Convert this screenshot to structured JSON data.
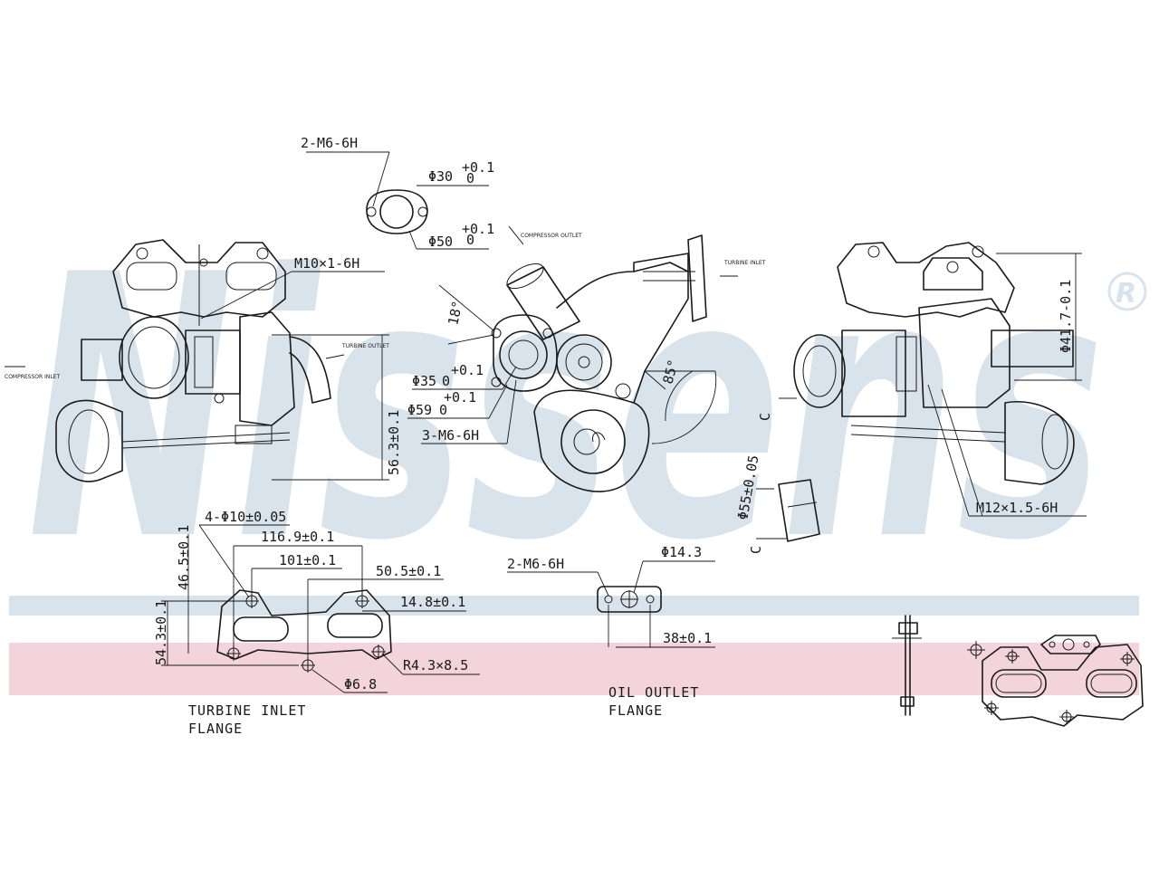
{
  "watermark": {
    "brand": "Nissens",
    "registered": "®",
    "brand_color": "#d9e3ec",
    "band_blue": "#d9e3ec",
    "band_red": "#f3d3dc"
  },
  "labels": {
    "top_flange_thread": "2-M6-6H",
    "top_flange_d30": "Φ30",
    "top_flange_d50": "Φ50",
    "tol_plus": "+0.1",
    "tol_zero": "0",
    "m10": "M10×1-6H",
    "d35": "Φ35",
    "d59": "Φ59",
    "m6_3": "3-M6-6H",
    "h563": "56.3±0.1",
    "ang18": "18°",
    "ang85": "85°",
    "d417": "Φ41.7-0.1",
    "m12": "M12×1.5-6H",
    "d55": "Φ55±0.05",
    "c_mark1": "C",
    "c_mark2": "C",
    "flange_holes": "4-Φ10±0.05",
    "d1169": "116.9±0.1",
    "d101": "101±0.1",
    "d505": "50.5±0.1",
    "d148": "14.8±0.1",
    "d465": "46.5±0.1",
    "d543": "54.3±0.1",
    "r43": "R4.3×8.5",
    "d68": "Φ6.8",
    "oil_thread": "2-M6-6H",
    "d143": "Φ14.3",
    "d38": "38±0.1",
    "tiny_compressor_inlet": "COMPRESSOR INLET",
    "tiny_turbine_outlet": "TURBINE OUTLET",
    "tiny_compressor_outlet": "COMPRESSOR OUTLET",
    "tiny_turbine_inlet": "TURBINE INLET"
  },
  "captions": {
    "turbine_line1": "TURBINE INLET",
    "turbine_line2": "FLANGE",
    "oil_line1": "OIL OUTLET",
    "oil_line2": "FLANGE"
  }
}
